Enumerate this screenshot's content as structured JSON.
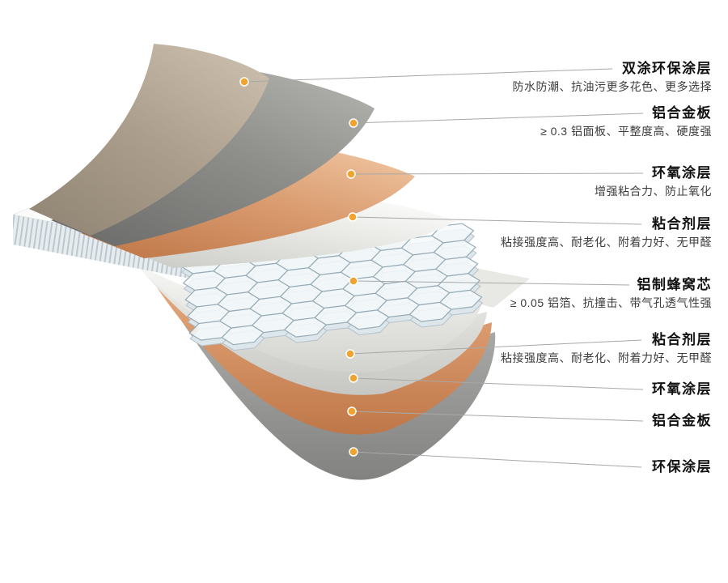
{
  "labels": [
    {
      "title": "双涂环保涂层",
      "desc": "防水防潮、抗油污更多花色、更多选择"
    },
    {
      "title": "铝合金板",
      "desc": "≥ 0.3 铝面板、平整度高、硬度强"
    },
    {
      "title": "环氧涂层",
      "desc": "增强粘合力、防止氧化"
    },
    {
      "title": "粘合剂层",
      "desc": "粘接强度高、耐老化、附着力好、无甲醛"
    },
    {
      "title": "铝制蜂窝芯",
      "desc": "≥ 0.05 铝箔、抗撞击、带气孔透气性强"
    },
    {
      "title": "粘合剂层",
      "desc": "粘接强度高、耐老化、附着力好、无甲醛"
    },
    {
      "title": "环氧涂层",
      "desc": ""
    },
    {
      "title": "铝合金板",
      "desc": ""
    },
    {
      "title": "环保涂层",
      "desc": ""
    }
  ],
  "colors": {
    "accent_dot": "#f0a32e",
    "leader_line": "#a8a8a8",
    "title_text": "#111111",
    "desc_text": "#3d3d3d",
    "eco_coating_top": "#a89b89",
    "aluminum_top": "#8b8b89",
    "epoxy_top": "#d99a6e",
    "adhesive_sheet": "#ededea",
    "honeycomb": "#dfe8ec",
    "aluminum_bottom": "#d3905f",
    "eco_coating_bottom": "#9a9a98"
  }
}
